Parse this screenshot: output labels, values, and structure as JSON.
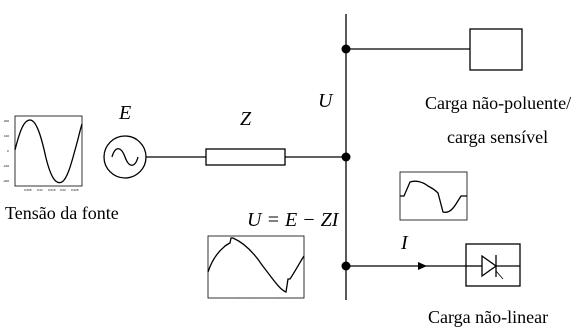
{
  "labels": {
    "E": "E",
    "Z": "Z",
    "U": "U",
    "I": "I",
    "equation": "U = E − ZI",
    "source_caption": "Tensão da fonte",
    "sensitive_load_line1": "Carga não-poluente/",
    "sensitive_load_line2": "carga sensível",
    "nonlinear_load": "Carga não-linear"
  },
  "icons": {
    "source": "ac-source-icon",
    "impedance": "resistor-icon",
    "sensitive_load": "load-box-icon",
    "nonlinear_load": "diode-bridge-icon"
  },
  "mini_plots": {
    "source_voltage": {
      "y_ticks": [
        "200",
        "100",
        "0",
        "-100",
        "-200"
      ],
      "x_ticks": [
        "0.005",
        "0.01",
        "0.015",
        "0.02",
        "0.025"
      ]
    }
  }
}
